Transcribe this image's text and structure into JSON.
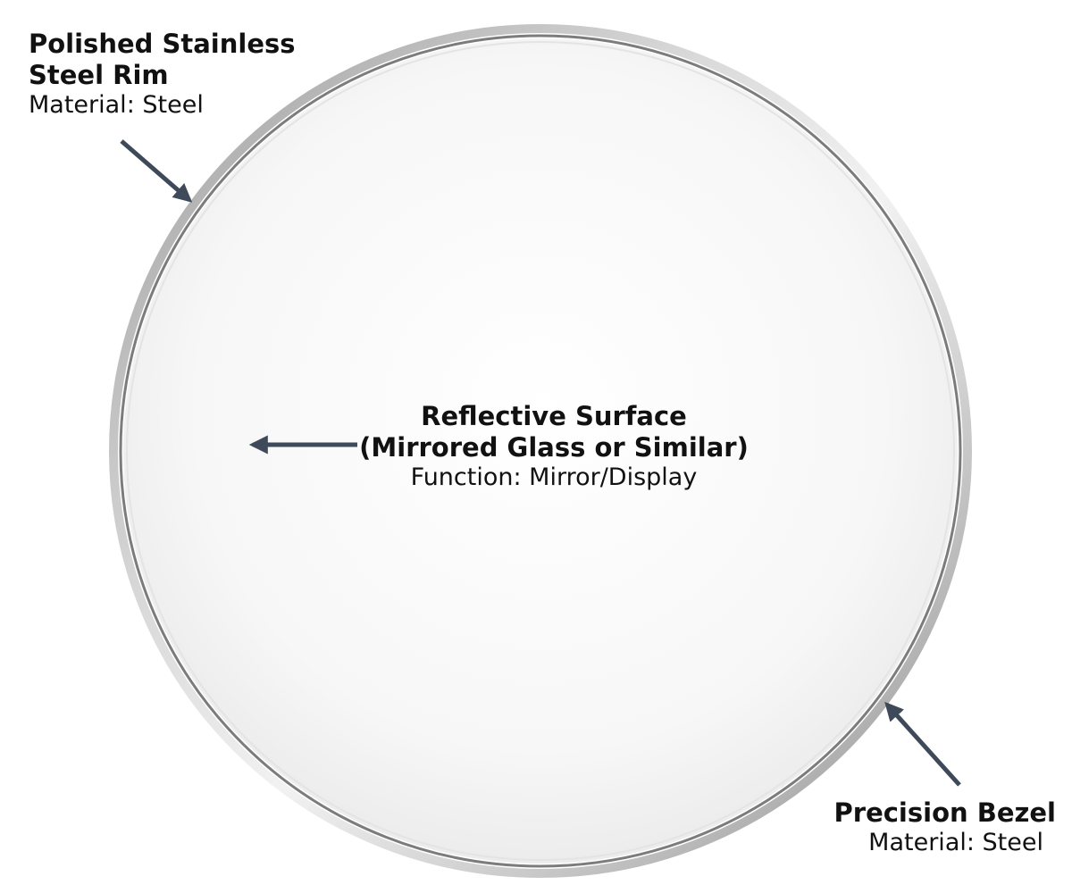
{
  "labels": {
    "rim": {
      "title_line1": "Polished Stainless",
      "title_line2": "Steel Rim",
      "material": "Material: Steel"
    },
    "surface": {
      "title_line1": "Reflective Surface",
      "title_line2": "(Mirrored Glass or Similar)",
      "function": "Function: Mirror/Display"
    },
    "bezel": {
      "title": "Precision Bezel",
      "material": "Material: Steel"
    }
  },
  "colors": {
    "arrow": "#3e4a59",
    "rim_dark": "#7a7a7a",
    "rim_light": "#e9e9e9",
    "glass": "#f7f7f7",
    "text": "#111111"
  }
}
